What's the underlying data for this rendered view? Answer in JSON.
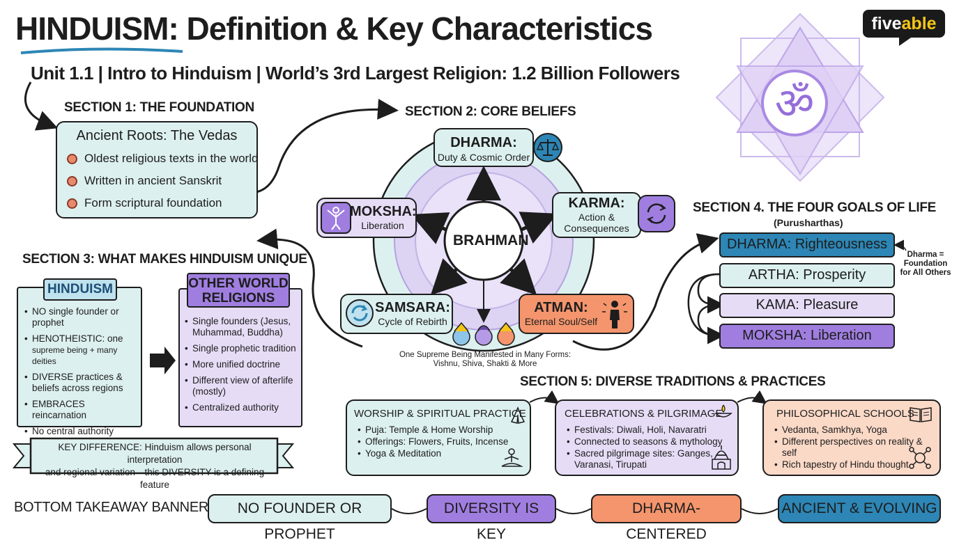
{
  "header": {
    "title": "HINDUISM: Definition & Key Characteristics",
    "subtitle": "Unit 1.1 | Intro to Hinduism | World’s 3rd Largest Religion: 1.2 Billion Followers",
    "logo_main": "five",
    "logo_accent": "able"
  },
  "section1": {
    "title": "SECTION 1: THE FOUNDATION",
    "card_title": "Ancient Roots: The Vedas",
    "items": [
      "Oldest religious texts in the world",
      "Written in ancient Sanskrit",
      "Form scriptural foundation"
    ]
  },
  "section2": {
    "title": "SECTION 2: CORE BELIEFS",
    "center": "BRAHMAN",
    "dharma": {
      "title": "DHARMA:",
      "sub": "Duty & Cosmic Order"
    },
    "karma": {
      "title": "KARMA:",
      "sub1": "Action &",
      "sub2": "Consequences"
    },
    "moksha": {
      "title": "MOKSHA:",
      "sub": "Liberation"
    },
    "samsara": {
      "title": "SAMSARA:",
      "sub": "Cycle of Rebirth"
    },
    "atman": {
      "title": "ATMAN:",
      "sub": "Eternal Soul/Self"
    },
    "caption1": "One Supreme Being Manifested in Many Forms:",
    "caption2": "Vishnu, Shiva, Shakti & More"
  },
  "section3": {
    "title": "SECTION 3: WHAT MAKES HINDUISM UNIQUE",
    "hinduism_label": "HINDUISM",
    "hinduism_items": [
      {
        "lines": [
          "NO single founder or",
          "prophet"
        ]
      },
      {
        "lines": [
          "HENOTHEISTIC: one",
          "supreme being + many deities"
        ]
      },
      {
        "lines": [
          "DIVERSE practices &",
          "beliefs across regions"
        ]
      },
      {
        "lines": [
          "EMBRACES reincarnation"
        ]
      },
      {
        "lines": [
          "No central authority"
        ]
      }
    ],
    "other_label1": "OTHER WORLD",
    "other_label2": "RELIGIONS",
    "other_items": [
      {
        "lines": [
          "Single founders (Jesus,",
          "Muhammad, Buddha)"
        ]
      },
      {
        "lines": [
          "Single prophetic tradition"
        ]
      },
      {
        "lines": [
          "More unified doctrine"
        ]
      },
      {
        "lines": [
          "Different view of afterlife",
          "(mostly)"
        ]
      },
      {
        "lines": [
          "Centralized authority"
        ]
      }
    ],
    "key_line1": "KEY DIFFERENCE: Hinduism allows personal interpretation",
    "key_line2": "and regional variation—this DIVERSITY is a defining feature"
  },
  "section4": {
    "title": "SECTION 4. THE FOUR GOALS OF LIFE",
    "subtitle": "(Purusharthas)",
    "goals": [
      "DHARMA: Righteousness",
      "ARTHA: Prosperity",
      "KAMA: Pleasure",
      "MOKSHA: Liberation"
    ],
    "note_line1": "Dharma =",
    "note_line2": "Foundation",
    "note_line3": "for All Others"
  },
  "section5": {
    "title": "SECTION 5: DIVERSE TRADITIONS & PRACTICES",
    "worship": {
      "title": "WORSHIP & SPIRITUAL PRACTICE",
      "items": [
        "Puja: Temple & Home Worship",
        "Offerings: Flowers, Fruits, Incense",
        "Yoga & Meditation"
      ]
    },
    "celebrations": {
      "title": "CELEBRATIONS & PILGRIMAGE",
      "items": [
        "Festivals: Diwali, Holi, Navaratri",
        "Connected to seasons & mythology",
        "Sacred pilgrimage sites: Ganges,",
        "Varanasi, Tirupati"
      ]
    },
    "philosophy": {
      "title": "PHILOSOPHICAL SCHOOLS",
      "items": [
        "Vedanta, Samkhya, Yoga",
        "Different perspectives on reality & self",
        "Rich tapestry of Hindu thought"
      ]
    }
  },
  "banner": {
    "label": "BOTTOM TAKEAWAY BANNER",
    "items": [
      "NO FOUNDER OR PROPHET",
      "DIVERSITY IS KEY",
      "DHARMA-CENTERED",
      "ANCIENT & EVOLVING"
    ]
  },
  "colors": {
    "teal": "#dcf0ef",
    "lavender": "#e6dcf6",
    "purple": "#a07ee0",
    "coral": "#f4956d",
    "peach": "#fbd9c7",
    "blue": "#2d86b5"
  },
  "icons": [
    "om-icon",
    "scales-icon",
    "cycle-icon",
    "meditation-icon",
    "person-icon",
    "diya-icon",
    "book-icon",
    "temple-icon",
    "prayer-hands-icon",
    "deity-faces-icon"
  ]
}
